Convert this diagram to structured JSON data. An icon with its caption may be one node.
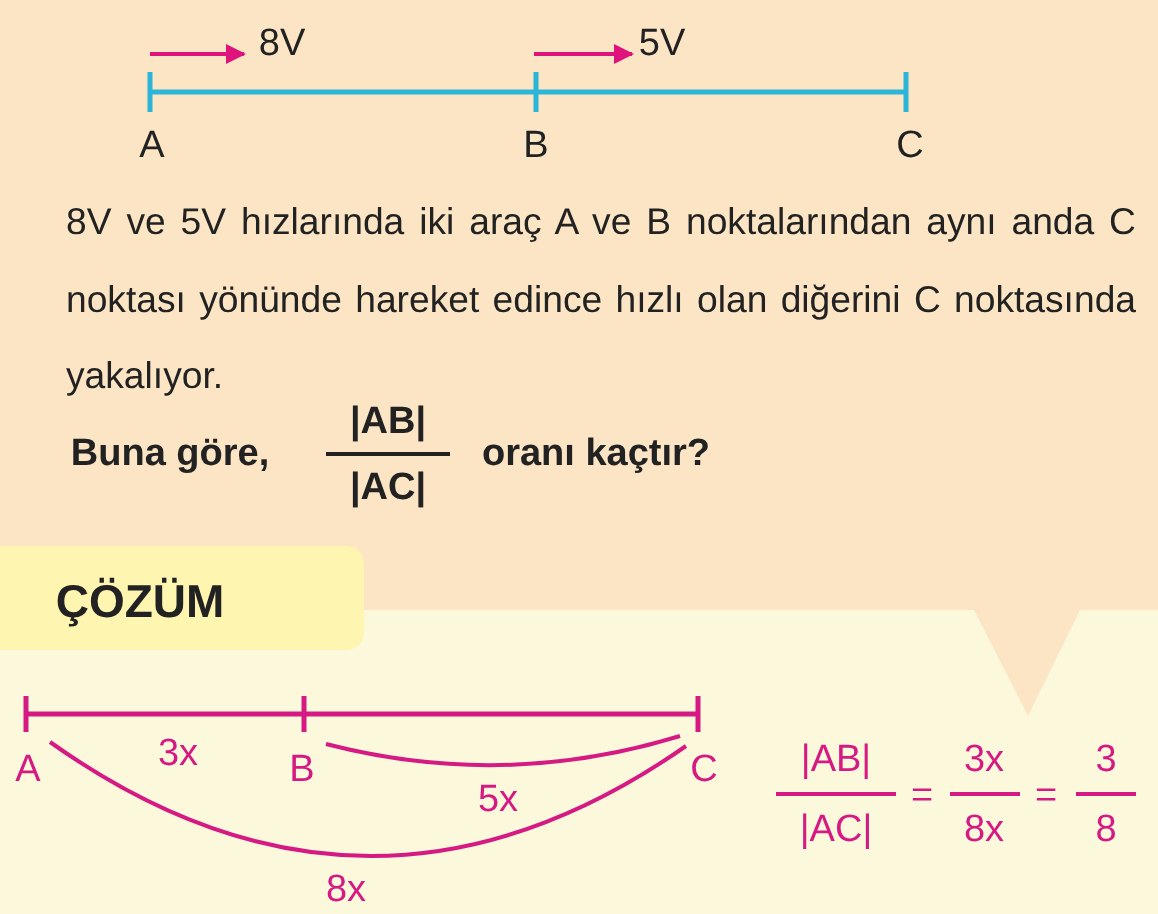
{
  "diagram": {
    "labels": [
      "8V",
      "5V",
      "A",
      "B",
      "C",
      "8V ve 5V hızlarında iki araç A ve B noktalarından aynı anda C noktası yönünde hareket edince hızlı olan diğerini C noktasında yakalıyor.",
      "Buna göre,",
      "|AB|",
      "|AC|",
      "oranı kaçtır?",
      "ÇÖZÜM",
      "A",
      "3x",
      "B",
      "C",
      "5x",
      "8x",
      "|AB|",
      "|AC|",
      "=",
      "3x",
      "8x",
      "=",
      "3",
      "8"
    ]
  }
}
